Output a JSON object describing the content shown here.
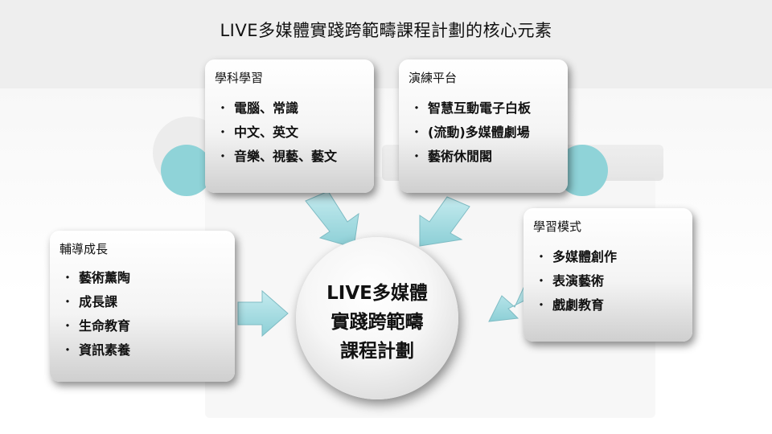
{
  "title": "LIVE多媒體實踐跨範疇課程計劃的核心元素",
  "center": {
    "lines": [
      "LIVE多媒體",
      "實踐跨範疇",
      "課程計劃"
    ]
  },
  "boxes": {
    "subject": {
      "title": "學科學習",
      "items": [
        "電腦、常識",
        "中文、英文",
        "音樂、視藝、藝文"
      ]
    },
    "platform": {
      "title": "演練平台",
      "items": [
        "智慧互動電子白板",
        "(流動)多媒體劇場",
        "藝術休閒閣"
      ]
    },
    "guidance": {
      "title": "輔導成長",
      "items": [
        "藝術薰陶",
        "成長課",
        "生命教育",
        "資訊素養"
      ]
    },
    "mode": {
      "title": "學習模式",
      "items": [
        "多媒體創作",
        "表演藝術",
        "戲劇教育"
      ]
    }
  },
  "bullet": "・",
  "colors": {
    "arrow": "#a8dde3",
    "arrow_stroke": "#7fbcc4",
    "teal": "#8fd3d8"
  }
}
